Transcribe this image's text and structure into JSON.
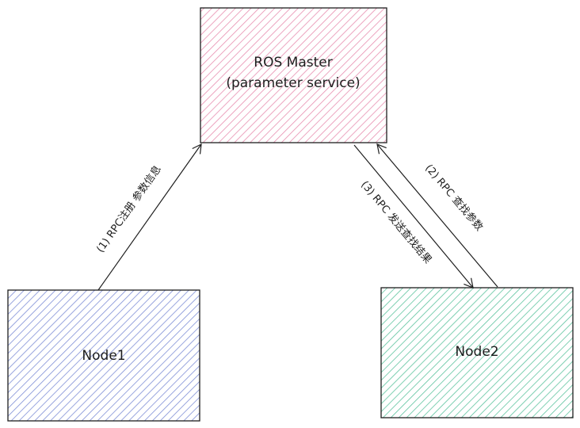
{
  "colors": {
    "master_hatch": "#e88fb0",
    "node1_hatch": "#7f8fd6",
    "node2_hatch": "#5fc4a0",
    "stroke": "#1e1e1e"
  },
  "nodes": {
    "master": {
      "line1": "ROS Master",
      "line2": "(parameter service)"
    },
    "node1": {
      "label": "Node1"
    },
    "node2": {
      "label": "Node2"
    }
  },
  "edges": {
    "e1": {
      "label": "(1) RPC注册  参数信息"
    },
    "e2": {
      "label": "(2) RPC  查找参数"
    },
    "e3": {
      "label": "(3) RPC  发送查找结果"
    }
  }
}
